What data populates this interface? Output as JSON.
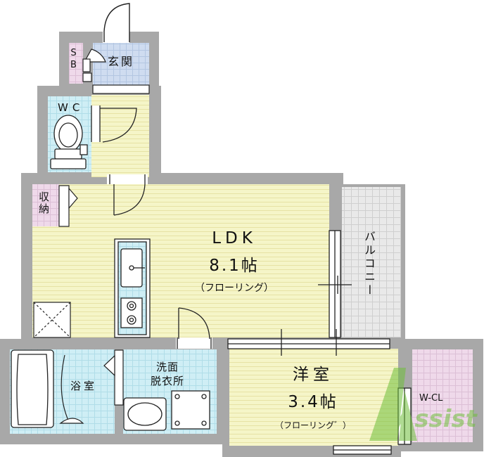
{
  "rooms": {
    "sb": "SB",
    "entrance": "玄関",
    "wc": "WC",
    "storage": "収納",
    "ldk": {
      "name": "LDK",
      "size": "8.1帖",
      "floor": "（フローリング）"
    },
    "balcony": "バルコニー",
    "bath": "浴室",
    "washroom": "洗面\n脱衣所",
    "western": {
      "name": "洋室",
      "size": "3.4帖",
      "floor": "（フローリング゛）"
    },
    "wcl": "W-CL"
  },
  "logo": {
    "text": "Assist"
  },
  "colors": {
    "wall": "#a8a8a8",
    "floor": "#f5f5c8",
    "floor_lines": "#e6e2a4",
    "wet": "#cfeef5",
    "wet_lines": "#b0dde8",
    "entrance": "#cfdcf0",
    "storage": "#efd9ea",
    "balcony": "#e7e7e7",
    "logo": "#6fbf3a"
  }
}
